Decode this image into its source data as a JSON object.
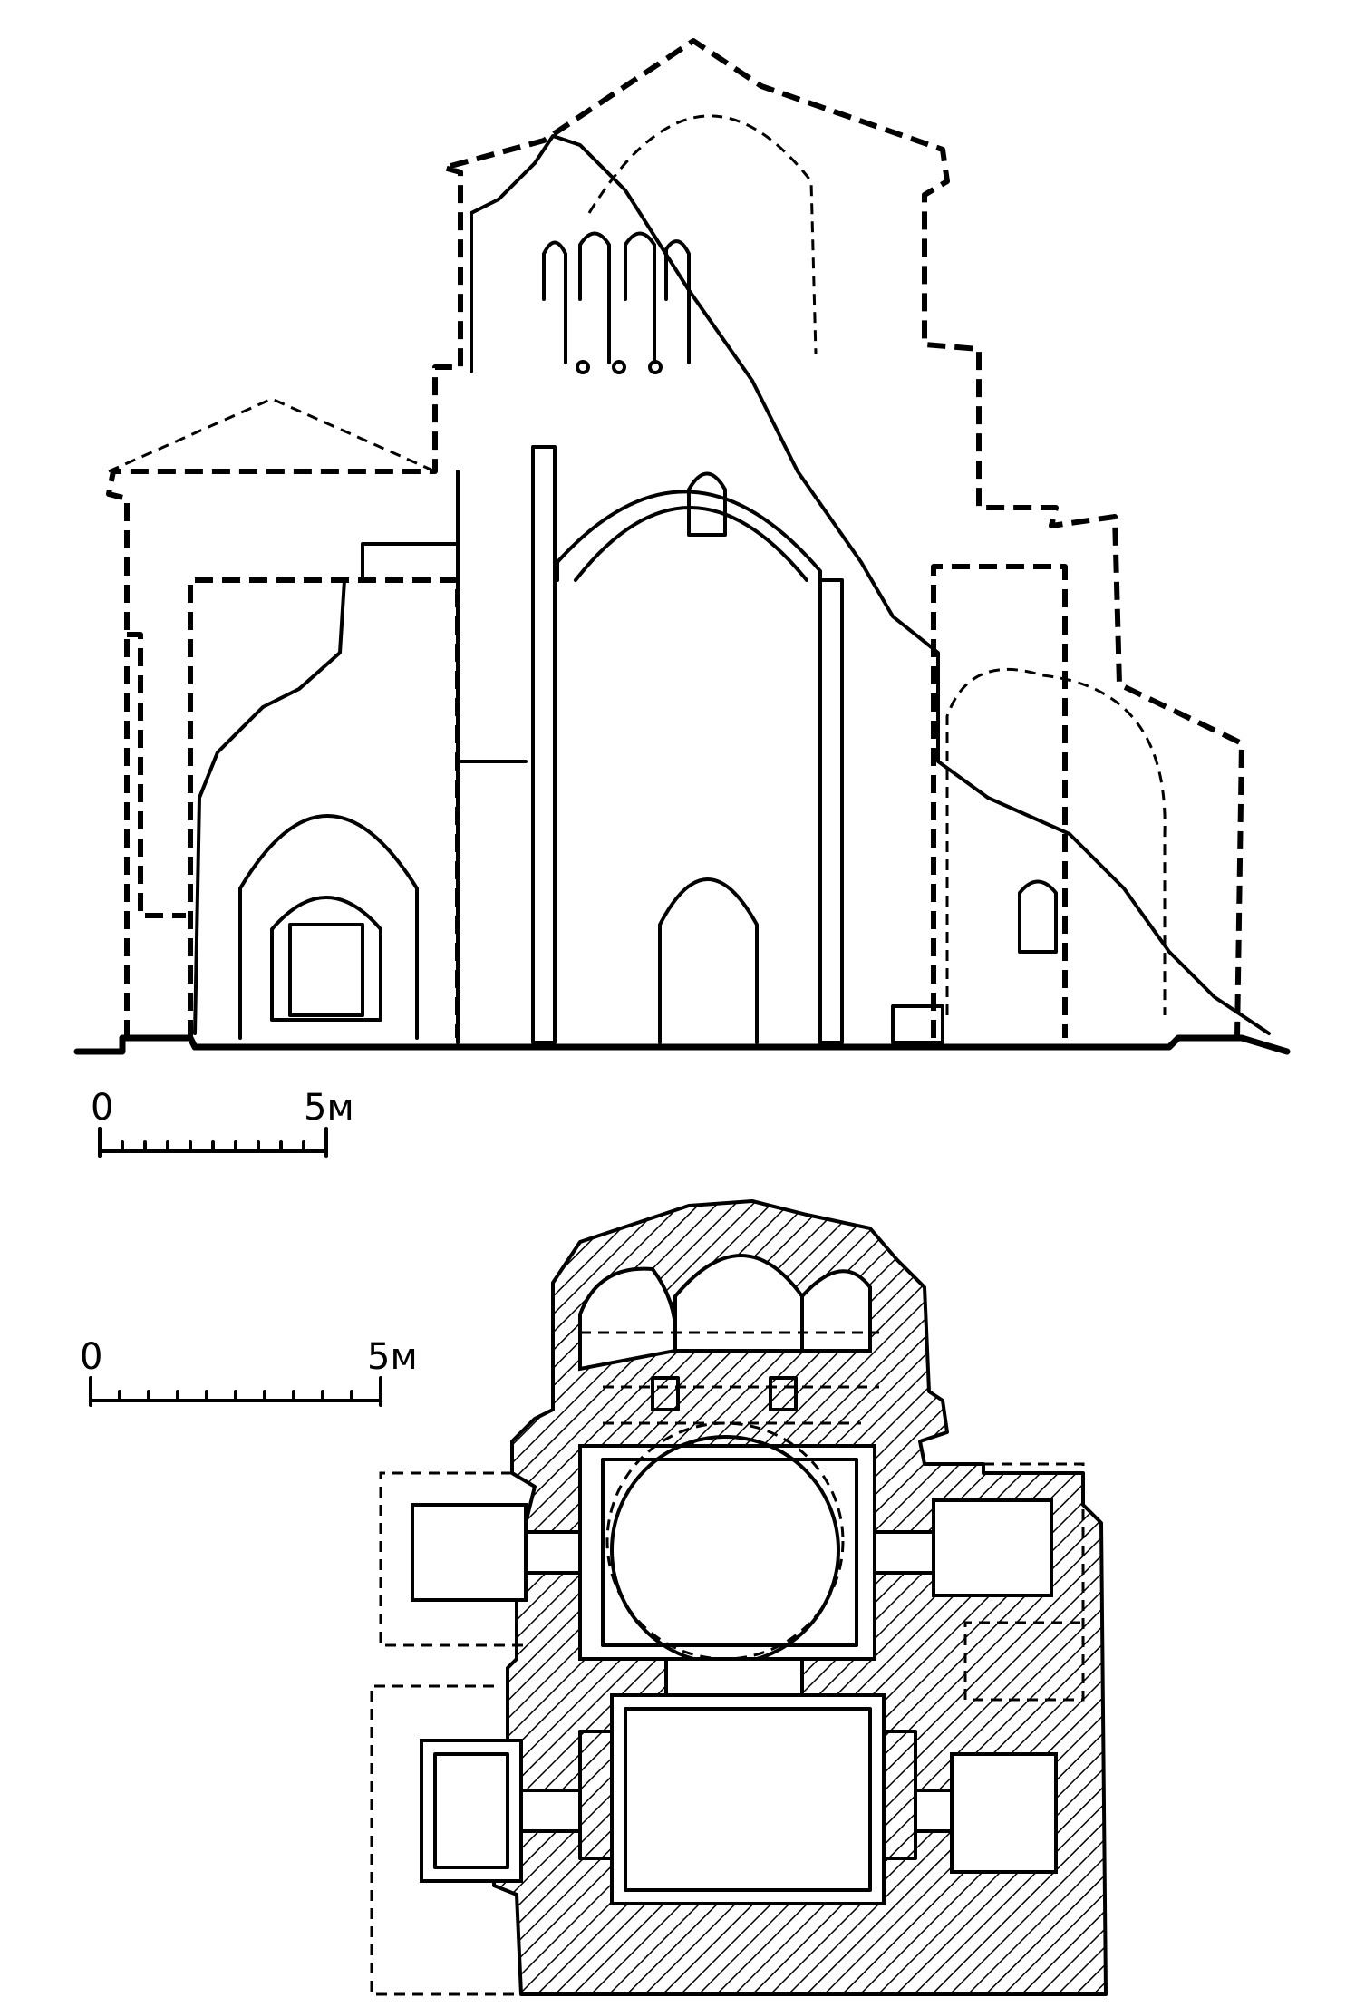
{
  "drawing": {
    "line_color": "#000000",
    "background": "#ffffff",
    "elevation_section": {
      "scale_bar": {
        "start_label": "0",
        "end_label": "5м"
      }
    },
    "floor_plan": {
      "scale_bar": {
        "start_label": "0",
        "end_label": "5м"
      }
    }
  }
}
